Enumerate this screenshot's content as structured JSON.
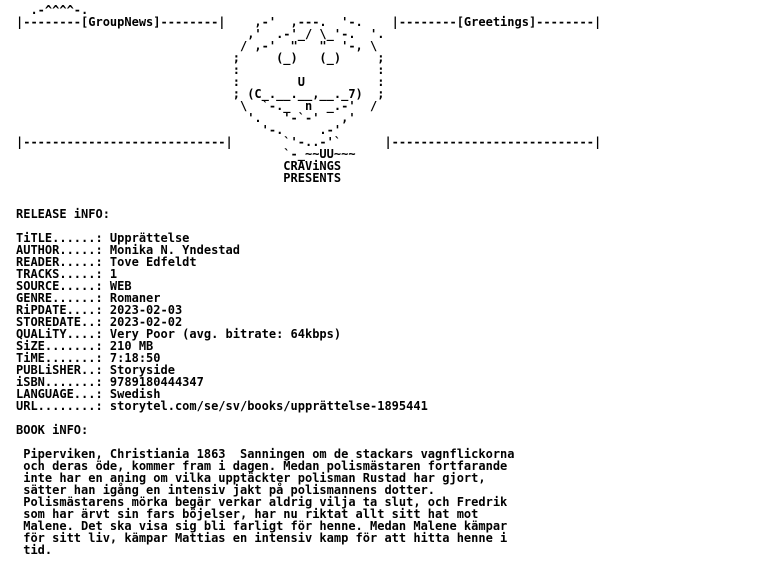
{
  "lines": [
    "  .-^^^^-.",
    "|--------[GroupNews]--------|    ,-'  ,---.  '-.    |--------[Greetings]--------|",
    "                                ,'  .-'_/ \\_'-.  '.",
    "                               / ,-'  \"   \"  '-, \\",
    "                              ;     (_)   (_)     ;",
    "                              :                   :",
    "                              :        U          :",
    "                              ; (C_.__.__,__._7)  ;",
    "                               \\  `-._  n  _.-'  /",
    "                                '.   '-`-'   ,'",
    "                                  '-.     .-'",
    "|----------------------------|       `'-..-'`      |----------------------------|",
    "                                     `-_~~UU~~~",
    "                                     CRAViNGS",
    "                                     PRESENTS",
    "",
    "",
    "RELEASE iNFO:",
    "",
    "TiTLE......: Upprättelse",
    "AUTHOR.....: Monika N. Yndestad",
    "READER.....: Tove Edfeldt",
    "TRACKS.....: 1",
    "SOURCE.....: WEB",
    "GENRE......: Romaner",
    "RiPDATE....: 2023-02-03",
    "STOREDATE..: 2023-02-02",
    "QUALiTY....: Very Poor (avg. bitrate: 64kbps)",
    "SiZE.......: 210 MB",
    "TiME.......: 7:18:50",
    "PUBLiSHER..: Storyside",
    "iSBN.......: 9789180444347",
    "LANGUAGE...: Swedish",
    "URL........: storytel.com/se/sv/books/upprättelse-1895441",
    "",
    "BOOK iNFO:",
    "",
    " Piperviken, Christiania 1863  Sanningen om de stackars vagnflickorna",
    " och deras öde, kommer fram i dagen. Medan polismästaren fortfarande",
    " inte har en aning om vilka upptäckter polisman Rustad har gjort,",
    " sätter han igång en intensiv jakt på polismannens dotter.",
    " Polismästarens mörka begär verkar aldrig vilja ta slut, och Fredrik",
    " som har ärvt sin fars böjelser, har nu riktat allt sitt hat mot",
    " Malene. Det ska visa sig bli farligt för henne. Medan Malene kämpar",
    " för sitt liv, kämpar Mattias en intensiv kamp för att hitta henne i",
    " tid."
  ]
}
